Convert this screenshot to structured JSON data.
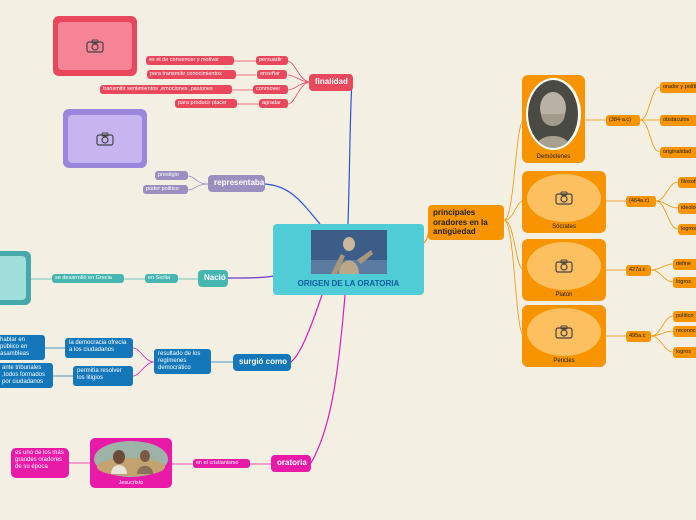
{
  "central": {
    "title": "ORIGEN DE LA ORATORIA"
  },
  "finalidad": {
    "label": "finalidad",
    "items": [
      {
        "verb": "persuadir",
        "desc": "es el de convencer y motivar"
      },
      {
        "verb": "enseñar",
        "desc": "para transmitir conocimientos"
      },
      {
        "verb": "conmover",
        "desc": "transmitir sentimientos ,emociones ,pasiones"
      },
      {
        "verb": "agradar",
        "desc": "para producir placer"
      }
    ]
  },
  "representaba": {
    "label": "representaba",
    "items": [
      "prestigio",
      "poder politico"
    ]
  },
  "nacio": {
    "label": "Nació",
    "where": "en Sicilia",
    "desc": "se desarrolló en Grecia"
  },
  "surgio": {
    "label": "surgió como",
    "result": "resultado de los regímenes democrático",
    "branches": [
      {
        "text": "la democracia ofrecía a los ciudadanos",
        "leaf": "hablar en público en asambleas"
      },
      {
        "text": "permitía resolver los litigios",
        "leaf": "ante tribunales ,todos formados por ciudadanos"
      }
    ]
  },
  "oratoria": {
    "label": "oratoria",
    "context": "en el cristianismo",
    "figure": "Jesucristo",
    "desc": "es uno de los más grandes oradores de su época"
  },
  "principales": {
    "label": "principales oradores en la antigüedad",
    "orators": [
      {
        "name": "Demóstenes",
        "date": "(384-a.c)",
        "items": [
          "orador y político",
          "obstáculos",
          "originalidad"
        ]
      },
      {
        "name": "Sócrates",
        "date": "(464a.c)",
        "items": [
          "filosofía",
          "ideología",
          "logros"
        ]
      },
      {
        "name": "Platón",
        "date": "427a.c",
        "items": [
          "define",
          "logros"
        ]
      },
      {
        "name": "Pericles",
        "date": "495a.c",
        "items": [
          "político",
          "reconocido",
          "logros"
        ]
      }
    ]
  },
  "colors": {
    "finalidad": "#e9485c",
    "representaba": "#9b8fc0",
    "nacio": "#46b6b1",
    "surgio": "#1377ba",
    "oratoria": "#ea1aa9",
    "principales": "#f79400",
    "central": "#50ccd6"
  }
}
